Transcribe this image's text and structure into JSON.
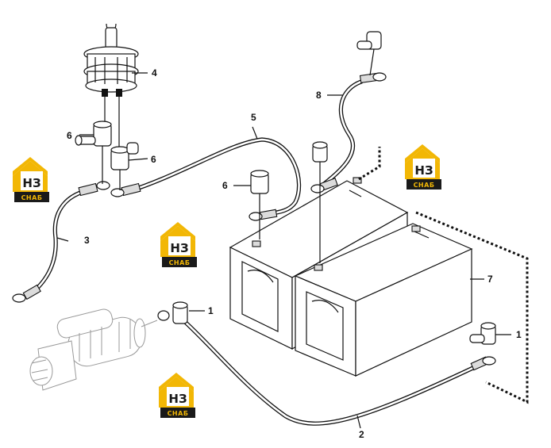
{
  "diagram": {
    "callouts": [
      "1",
      "1",
      "2",
      "3",
      "4",
      "5",
      "6",
      "6",
      "6",
      "7",
      "8"
    ],
    "watermark": {
      "letters": "НЗ",
      "word": "СНАБ",
      "primary_color": "#f2b705",
      "dark_color": "#1a1a1a"
    }
  }
}
